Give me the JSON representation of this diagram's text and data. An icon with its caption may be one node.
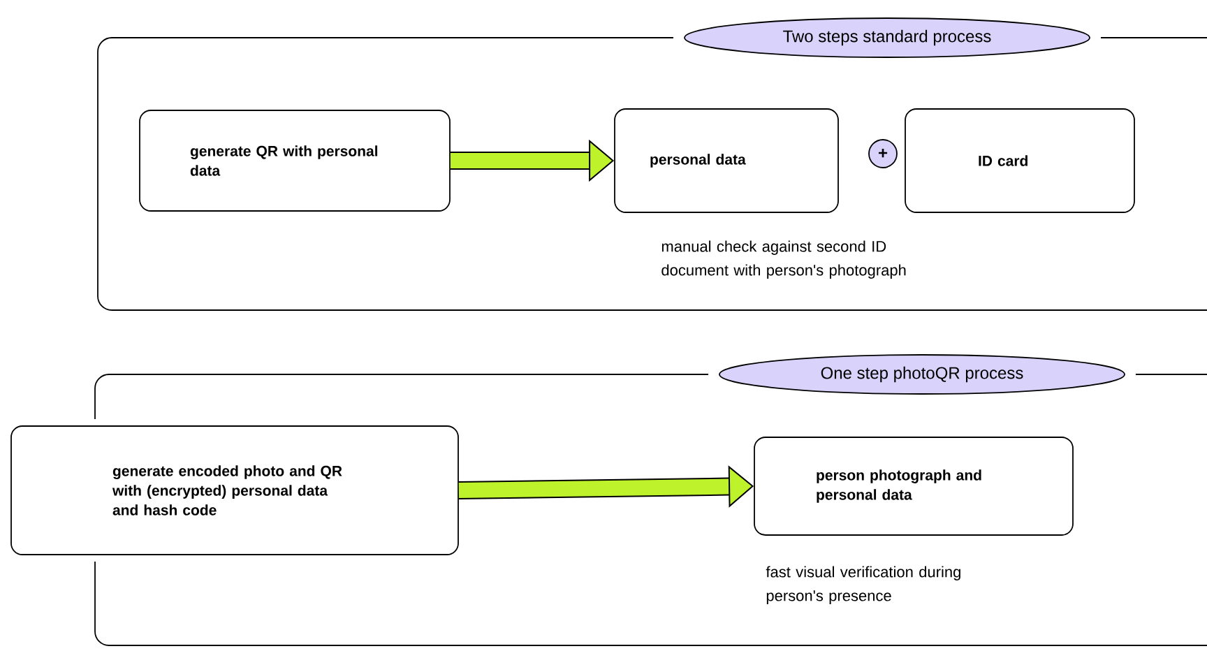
{
  "diagram": {
    "nodes": [
      {
        "text": [
          "Two steps standard process"
        ]
      },
      {
        "text": [
          "generate QR with personal data"
        ],
        "in": 0
      },
      {
        "text": [
          "personal data"
        ],
        "in": 0
      },
      {
        "text": [
          "+"
        ],
        "in": 0
      },
      {
        "text": [
          "ID card"
        ],
        "in": 0
      },
      {
        "text": [
          "One step photoQR process"
        ]
      },
      {
        "text": [
          "generate encoded photo and QR with (encrypted) personal data and hash code"
        ]
      },
      {
        "text": [
          "person photograph and personal data"
        ],
        "in": 5,
        "beside": [
          "fast visual verification during person's presence"
        ]
      }
    ],
    "edges": [
      {
        "from": 1,
        "to": 2,
        "arrow": "to"
      },
      {
        "from": 6,
        "to": 7,
        "arrow": "to"
      }
    ],
    "labels": [
      "manual check against second ID document with person's photograph"
    ]
  }
}
